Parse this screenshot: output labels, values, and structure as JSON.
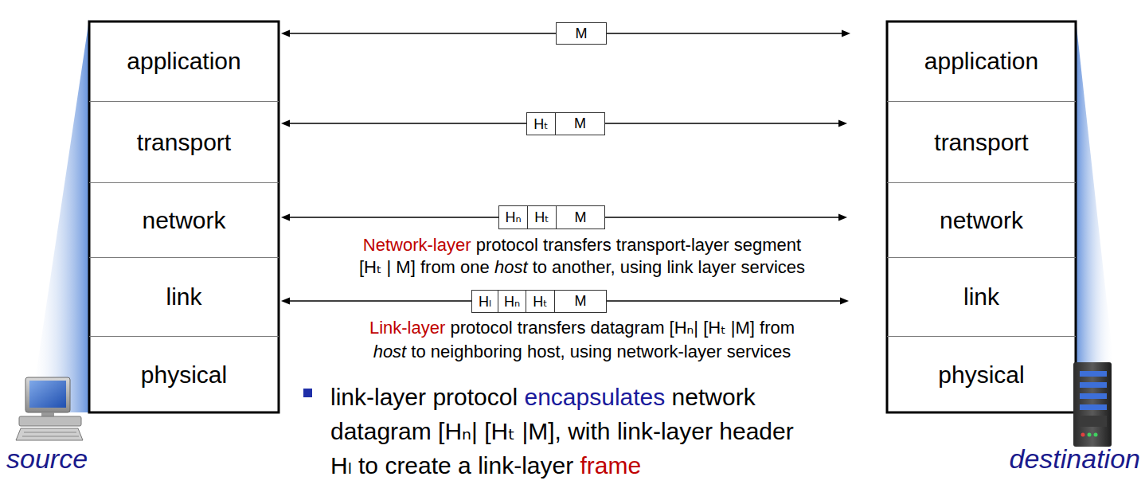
{
  "diagram": {
    "nodes": [
      {
        "text": [
          "application"
        ]
      },
      {
        "text": [
          "transport"
        ]
      },
      {
        "text": [
          "network"
        ]
      },
      {
        "text": [
          "link"
        ]
      },
      {
        "text": [
          "physical"
        ]
      },
      {
        "text": [
          "application"
        ]
      },
      {
        "text": [
          "transport"
        ]
      },
      {
        "text": [
          "network"
        ]
      },
      {
        "text": [
          "link"
        ]
      },
      {
        "text": [
          "physical"
        ]
      },
      {
        "text": [
          "M"
        ]
      },
      {
        "text": [
          "Hₜ"
        ]
      },
      {
        "text": [
          "M"
        ]
      },
      {
        "text": [
          "Hₙ"
        ]
      },
      {
        "text": [
          "Hₜ"
        ]
      },
      {
        "text": [
          "M"
        ]
      },
      {
        "text": [
          "Hₗ"
        ]
      },
      {
        "text": [
          "Hₙ"
        ]
      },
      {
        "text": [
          "Hₜ"
        ]
      },
      {
        "text": [
          "M"
        ]
      }
    ],
    "edges": [
      {
        "from": 0,
        "to": 5,
        "arrow": "both"
      },
      {
        "from": 1,
        "to": 6,
        "arrow": "both"
      },
      {
        "from": 2,
        "to": 7,
        "arrow": "both"
      },
      {
        "from": 3,
        "to": 8,
        "arrow": "both"
      }
    ],
    "labels": [
      "Network-layer protocol transfers transport-layer segment [Hₜ | M] from one host to another, using link layer services",
      "Link-layer protocol transfers datagram [Hₙ| [Hₜ |M] from host to neighboring host, using network-layer services",
      "link-layer protocol encapsulates network datagram [Hₙ| [Hₜ |M], with link-layer header Hₗ to create a link-layer frame",
      "source",
      "destination"
    ]
  }
}
